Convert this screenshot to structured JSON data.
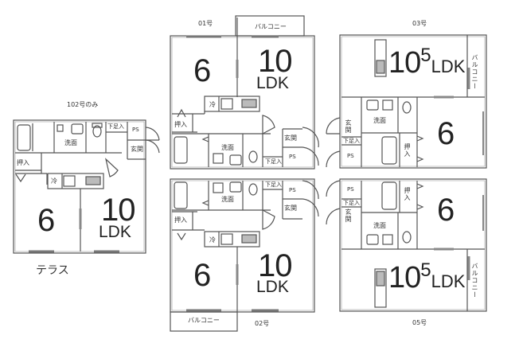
{
  "plan": {
    "units": [
      {
        "id": "u102",
        "label": "102号のみ",
        "bedroom_size": "6",
        "ldk_size": "10",
        "ldk_label": "LDK",
        "outdoor": "テラス",
        "rooms": {
          "closet": "押入",
          "washroom": "洗面",
          "shoe_box": "下足入",
          "pipe_space": "PS",
          "entrance": "玄関",
          "fridge": "冷"
        }
      },
      {
        "id": "u01",
        "label": "01号",
        "bedroom_size": "6",
        "ldk_size": "10",
        "ldk_label": "LDK",
        "outdoor": "バルコニー",
        "rooms": {
          "closet": "押入",
          "washroom": "洗面",
          "shoe_box": "下足入",
          "pipe_space": "PS",
          "entrance": "玄関",
          "fridge": "冷"
        }
      },
      {
        "id": "u02",
        "label": "02号",
        "bedroom_size": "6",
        "ldk_size": "10",
        "ldk_label": "LDK",
        "outdoor": "バルコニー",
        "rooms": {
          "closet": "押入",
          "washroom": "洗面",
          "shoe_box": "下足入",
          "pipe_space": "PS",
          "entrance": "玄関",
          "fridge": "冷"
        }
      },
      {
        "id": "u03",
        "label": "03号",
        "bedroom_size": "6",
        "ldk_size": "10",
        "ldk_size_fraction": "5",
        "ldk_label": "LDK",
        "outdoor": "バルコニー",
        "rooms": {
          "closet": "押入",
          "washroom": "洗面",
          "shoe_box": "下足入",
          "pipe_space": "PS",
          "entrance": "玄関"
        }
      },
      {
        "id": "u05",
        "label": "05号",
        "bedroom_size": "6",
        "ldk_size": "10",
        "ldk_size_fraction": "5",
        "ldk_label": "LDK",
        "outdoor": "バルコニー",
        "rooms": {
          "closet": "押入",
          "washroom": "洗面",
          "shoe_box": "下足入",
          "pipe_space": "PS",
          "entrance": "玄関"
        }
      }
    ]
  }
}
